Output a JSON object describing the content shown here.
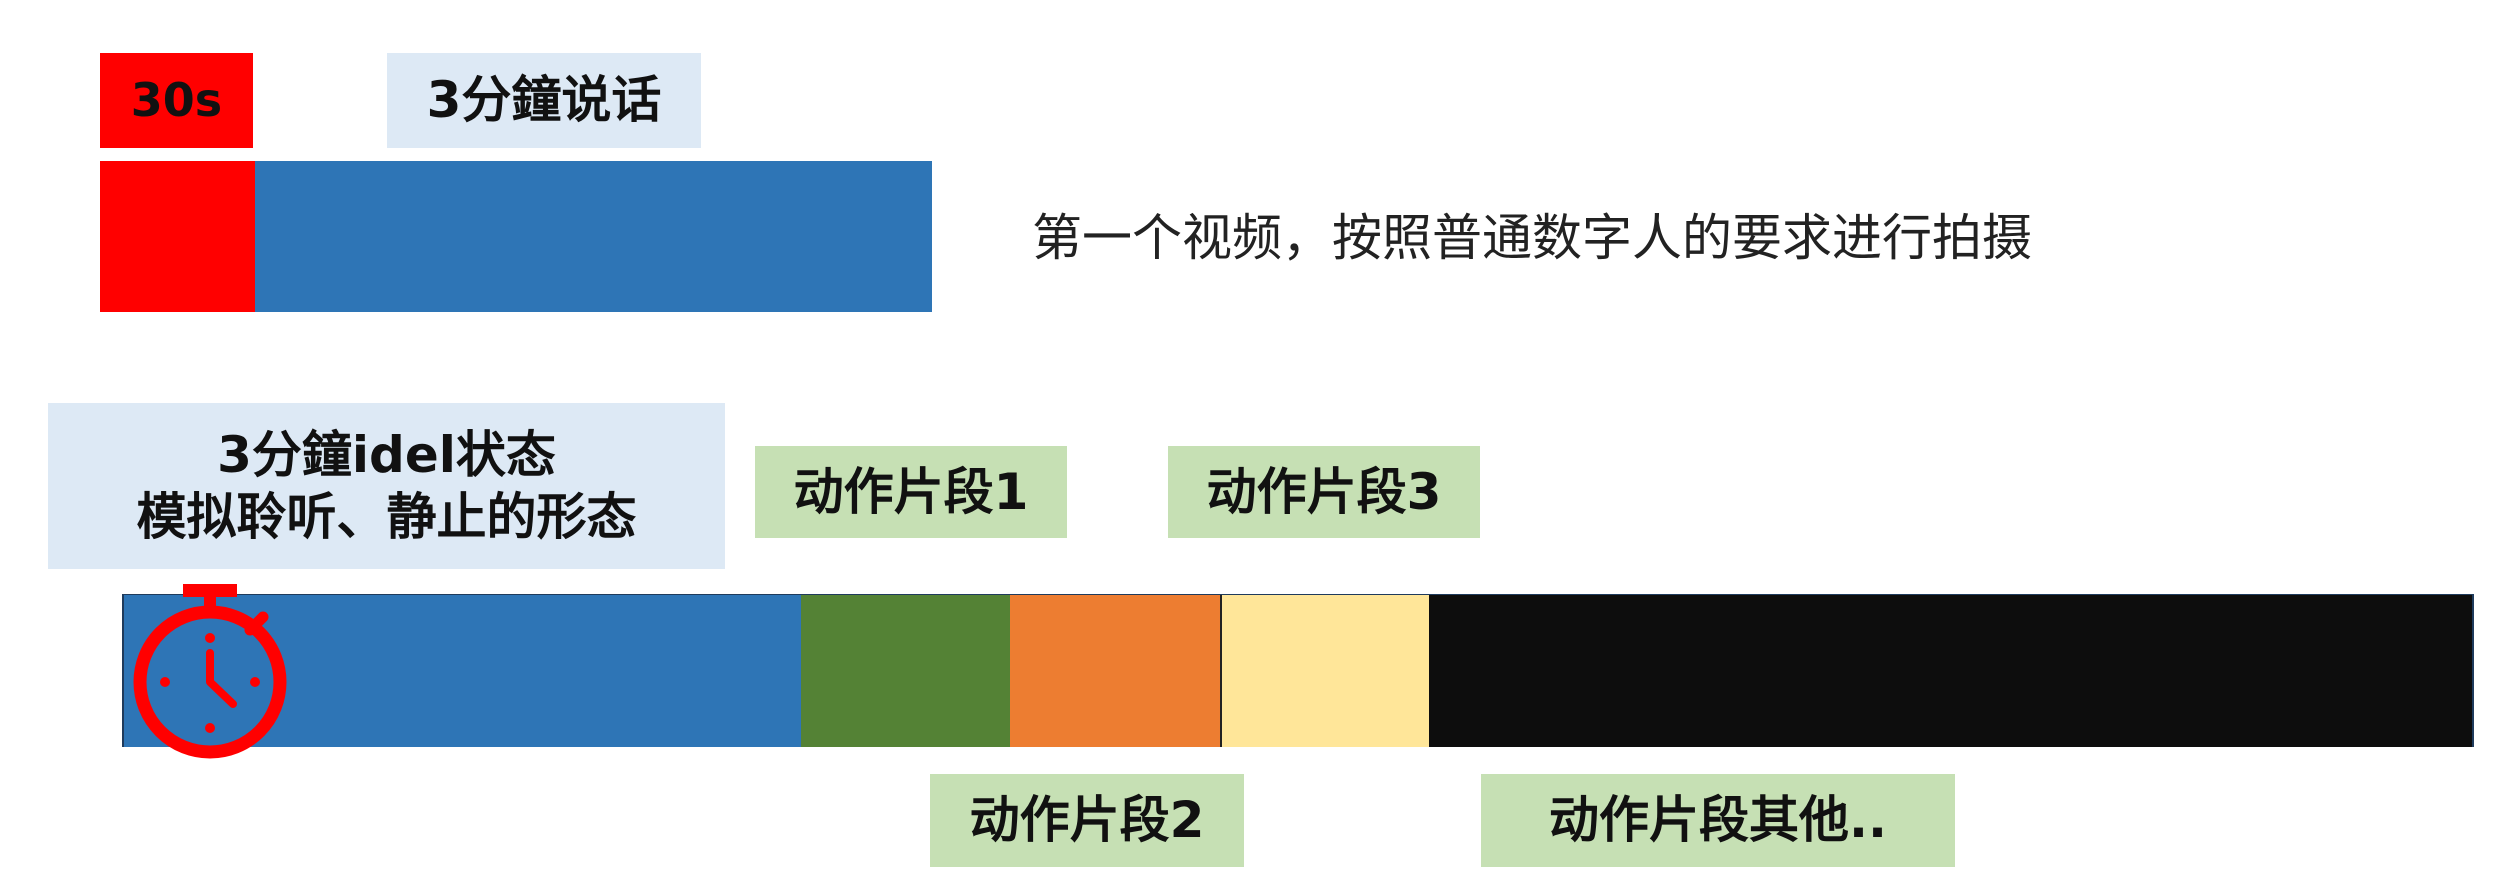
{
  "top_row": {
    "intro_label": "30s",
    "talk_label": "3分鐘说话",
    "description": "第一个视频，按照普通数字人的要求进行拍摄"
  },
  "bottom_row": {
    "idle_label_line1": "3分鐘idel状态",
    "idle_label_line2": "模拟聆听、静止的形态",
    "action_1": "动作片段1",
    "action_2": "动作片段2",
    "action_3": "动作片段3",
    "action_other": "动作片段其他.."
  },
  "colors": {
    "red": "#ff0000",
    "blue": "#2e75b6",
    "green": "#548235",
    "orange": "#ed7d31",
    "yellow": "#ffe699",
    "black": "#0d0d0d",
    "label_blue": "#dde9f5",
    "label_green": "#c6e0b4"
  },
  "icons": {
    "timer": "stopwatch-icon"
  }
}
